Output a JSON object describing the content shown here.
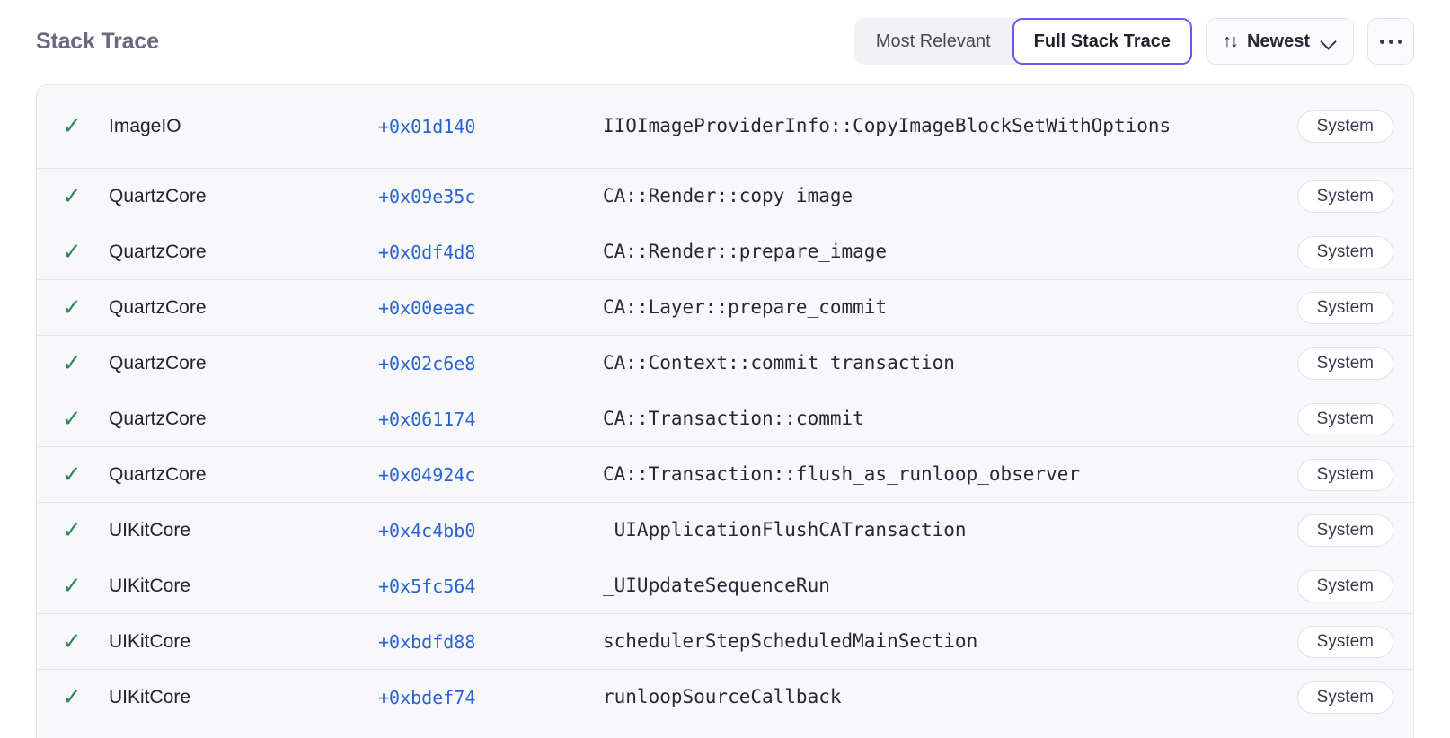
{
  "header": {
    "title": "Stack Trace",
    "segmented": {
      "options": [
        {
          "label": "Most Relevant",
          "active": false
        },
        {
          "label": "Full Stack Trace",
          "active": true
        }
      ]
    },
    "sort": {
      "icon": "sort-arrows-icon",
      "label": "Newest",
      "chevron": "chevron-down-icon"
    },
    "more": {
      "icon": "ellipsis-icon",
      "label": "..."
    }
  },
  "colors": {
    "accent_purple": "#6a5aed",
    "link_blue": "#2b63d4",
    "check_green": "#2c8a63",
    "title_gray": "#6b6880",
    "row_bg": "#f8f8fa",
    "border": "#e6e5ec"
  },
  "table": {
    "check_glyph": "✓",
    "rows": [
      {
        "module": "ImageIO",
        "address": "+0x01d140",
        "symbol": "IIOImageProviderInfo::CopyImageBlockSetWithOptions",
        "badge": "System",
        "tall": true
      },
      {
        "module": "QuartzCore",
        "address": "+0x09e35c",
        "symbol": "CA::Render::copy_image",
        "badge": "System",
        "tall": false
      },
      {
        "module": "QuartzCore",
        "address": "+0x0df4d8",
        "symbol": "CA::Render::prepare_image",
        "badge": "System",
        "tall": false
      },
      {
        "module": "QuartzCore",
        "address": "+0x00eeac",
        "symbol": "CA::Layer::prepare_commit",
        "badge": "System",
        "tall": false
      },
      {
        "module": "QuartzCore",
        "address": "+0x02c6e8",
        "symbol": "CA::Context::commit_transaction",
        "badge": "System",
        "tall": false
      },
      {
        "module": "QuartzCore",
        "address": "+0x061174",
        "symbol": "CA::Transaction::commit",
        "badge": "System",
        "tall": false
      },
      {
        "module": "QuartzCore",
        "address": "+0x04924c",
        "symbol": "CA::Transaction::flush_as_runloop_observer",
        "badge": "System",
        "tall": false
      },
      {
        "module": "UIKitCore",
        "address": "+0x4c4bb0",
        "symbol": "_UIApplicationFlushCATransaction",
        "badge": "System",
        "tall": false
      },
      {
        "module": "UIKitCore",
        "address": "+0x5fc564",
        "symbol": "_UIUpdateSequenceRun",
        "badge": "System",
        "tall": false
      },
      {
        "module": "UIKitCore",
        "address": "+0xbdfd88",
        "symbol": "schedulerStepScheduledMainSection",
        "badge": "System",
        "tall": false
      },
      {
        "module": "UIKitCore",
        "address": "+0xbdef74",
        "symbol": "runloopSourceCallback",
        "badge": "System",
        "tall": false
      }
    ]
  }
}
